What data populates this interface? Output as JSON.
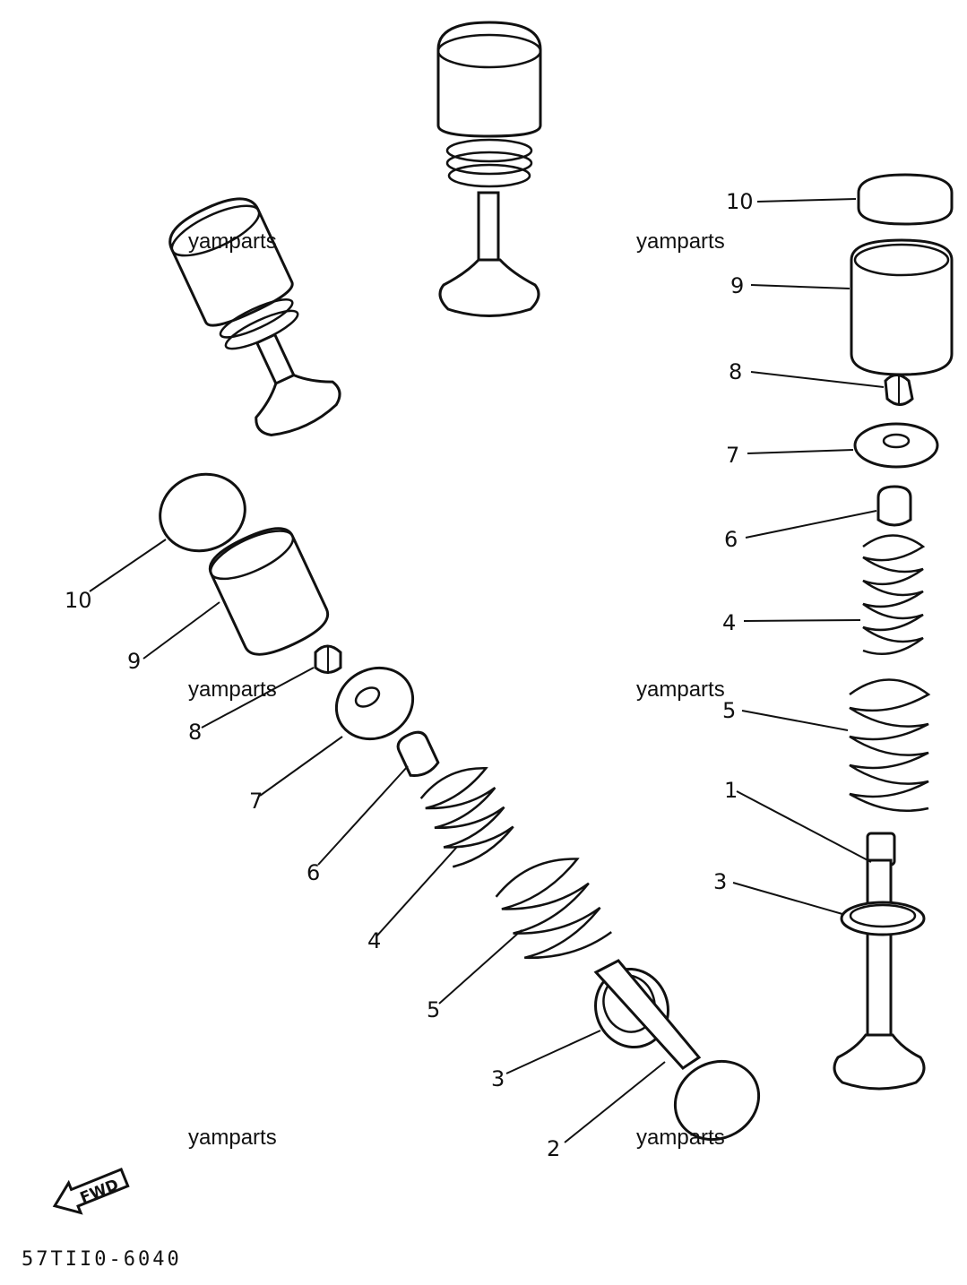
{
  "watermark": "yamparts",
  "footer_code": "57TII0-6040",
  "fwd_label": "FWD",
  "callouts": {
    "left": [
      "10",
      "9",
      "8",
      "7",
      "6",
      "4",
      "5",
      "3",
      "2"
    ],
    "right": [
      "10",
      "9",
      "8",
      "7",
      "6",
      "4",
      "5",
      "1",
      "3"
    ]
  }
}
